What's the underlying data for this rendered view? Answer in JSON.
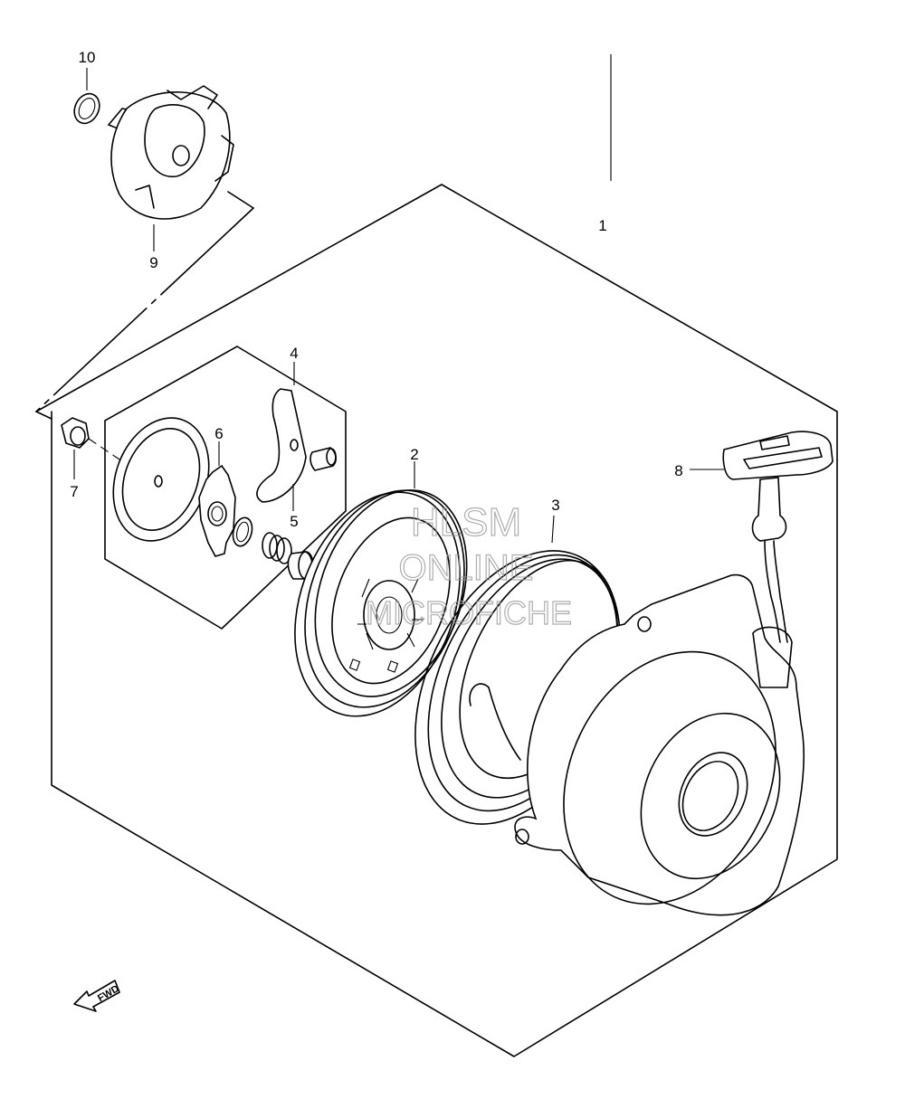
{
  "callouts": {
    "c1": "1",
    "c2": "2",
    "c3": "3",
    "c4": "4",
    "c5": "5",
    "c6": "6",
    "c7": "7",
    "c8": "8",
    "c9": "9",
    "c10": "10"
  },
  "watermark": {
    "line1": "HLSM",
    "line2": "ONLINE",
    "line3": "MICROFICHE"
  },
  "direction_arrow": {
    "label": "FWD"
  }
}
